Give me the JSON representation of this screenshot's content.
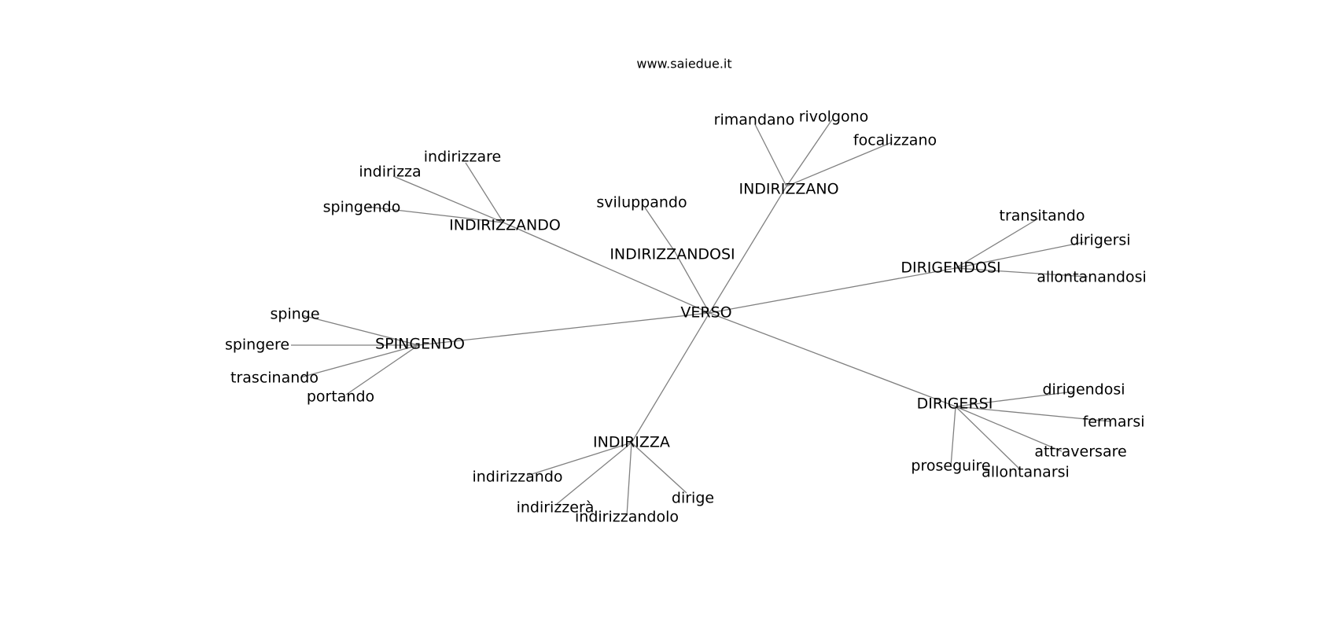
{
  "watermark": "www.saiedue.it",
  "graph": {
    "root": "VERSO",
    "hubs": [
      {
        "label": "INDIRIZZANDO",
        "children": [
          "indirizzare",
          "indirizza",
          "spingendo"
        ]
      },
      {
        "label": "INDIRIZZANO",
        "children": [
          "rimandano",
          "rivolgono",
          "focalizzano"
        ]
      },
      {
        "label": "INDIRIZZANDOSI",
        "children": [
          "sviluppando"
        ]
      },
      {
        "label": "DIRIGENDOSI",
        "children": [
          "transitando",
          "dirigersi",
          "allontanandosi"
        ]
      },
      {
        "label": "SPINGENDO",
        "children": [
          "spinge",
          "spingere",
          "trascinando",
          "portando"
        ]
      },
      {
        "label": "DIRIGERSI",
        "children": [
          "dirigendosi",
          "fermarsi",
          "attraversare",
          "proseguire",
          "allontanarsi"
        ]
      },
      {
        "label": "INDIRIZZA",
        "children": [
          "indirizzando",
          "indirizzerà",
          "indirizzandolo",
          "dirige"
        ]
      }
    ]
  }
}
